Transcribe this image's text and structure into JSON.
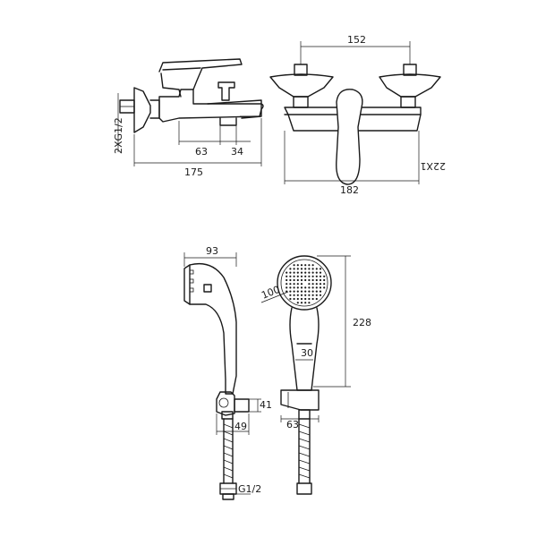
{
  "dims": {
    "mixer_width": "152",
    "inlet_thread": "2XG1/2",
    "spout_63": "63",
    "spout_34": "34",
    "side_depth": "175",
    "front_width": "182",
    "centers": "22X1",
    "head_width": "93",
    "head_diam": "100",
    "shower_length": "228",
    "handle_width": "30",
    "holder_41": "41",
    "holder_49": "49",
    "holder_63": "63",
    "hose_thread": "G1/2"
  }
}
